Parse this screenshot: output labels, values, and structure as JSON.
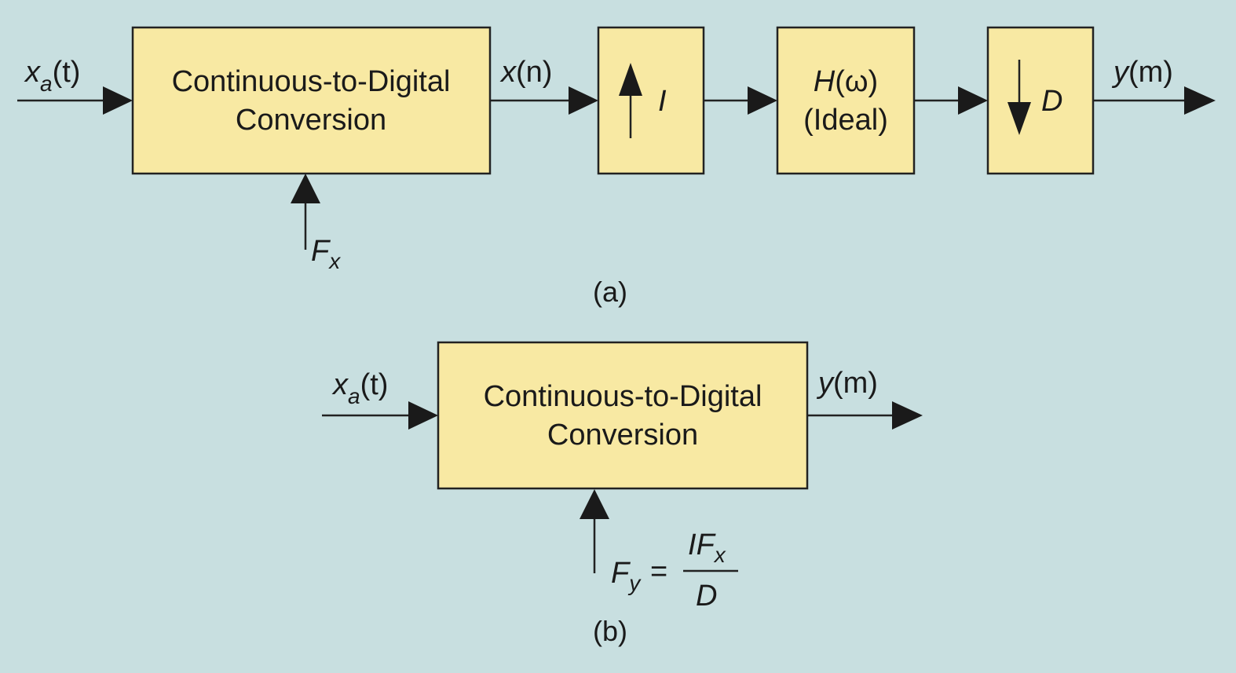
{
  "colors": {
    "background": "#c8dfe0",
    "block_fill": "#f8e9a3",
    "stroke": "#222222"
  },
  "diagram_a": {
    "caption": "(a)",
    "input_signal": {
      "symbol": "x",
      "subscript": "a",
      "arg": "(t)"
    },
    "adc_block": {
      "line1": "Continuous-to-Digital",
      "line2": "Conversion"
    },
    "sampling_rate": {
      "symbol": "F",
      "subscript": "x"
    },
    "intermediate_signal": {
      "symbol": "x",
      "arg": "(n)"
    },
    "upsampler": {
      "factor": "I",
      "arrow_icon": "up-arrow-icon"
    },
    "filter_block": {
      "symbol": "H",
      "arg": "(ω)",
      "line2": "(Ideal)"
    },
    "downsampler": {
      "factor": "D",
      "arrow_icon": "down-arrow-icon"
    },
    "output_signal": {
      "symbol": "y",
      "arg": "(m)"
    }
  },
  "diagram_b": {
    "caption": "(b)",
    "input_signal": {
      "symbol": "x",
      "subscript": "a",
      "arg": "(t)"
    },
    "adc_block": {
      "line1": "Continuous-to-Digital",
      "line2": "Conversion"
    },
    "output_signal": {
      "symbol": "y",
      "arg": "(m)"
    },
    "rate_equation": {
      "lhs_symbol": "F",
      "lhs_subscript": "y",
      "equals": "=",
      "numerator_factor": "I",
      "numerator_symbol": "F",
      "numerator_subscript": "x",
      "denominator": "D"
    }
  }
}
